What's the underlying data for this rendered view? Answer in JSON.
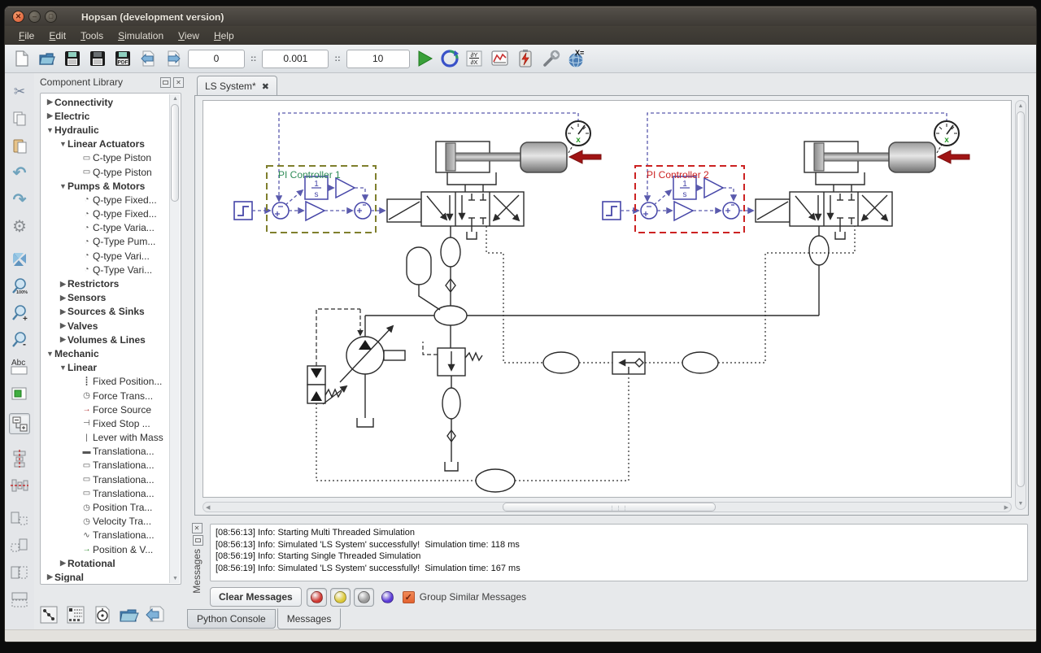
{
  "window": {
    "title": "Hopsan (development version)"
  },
  "titlebar_buttons": [
    {
      "name": "close",
      "glyph": "✕"
    },
    {
      "name": "minimize",
      "glyph": "–"
    },
    {
      "name": "maximize",
      "glyph": "▢"
    }
  ],
  "menu": {
    "items": [
      "File",
      "Edit",
      "Tools",
      "Simulation",
      "View",
      "Help"
    ]
  },
  "toolbar": {
    "sim_start": "0",
    "sim_step": "0.001",
    "sim_stop": "10",
    "separator": "::",
    "icons": [
      "new-model",
      "open-model",
      "save-model",
      "save-model-as",
      "export-pdf",
      "import-model",
      "export-model",
      "start-simulation",
      "animate-simulation",
      "derivative-tool",
      "plot-tool",
      "energy-losses",
      "properties-wrench",
      "optimize"
    ]
  },
  "icon_texts": {
    "pdf": "PDF",
    "derivative_top": "∂Y",
    "derivative_bottom": "∂X",
    "optimize": "X=",
    "zoom_100": "100%",
    "text_box": "Abc"
  },
  "left_toolbar": {
    "icons": [
      "cut",
      "copy",
      "paste",
      "undo",
      "redo",
      "options-gear",
      "center-view",
      "zoom-100",
      "zoom-in",
      "zoom-out",
      "insert-text-box",
      "insert-image-box",
      "expand-subsystem",
      "align-vertical-center",
      "align-horizontal-center",
      "distribute-left",
      "distribute-right",
      "distribute-horizontal",
      "distribute-vertical"
    ]
  },
  "library": {
    "title": "Component Library",
    "tree": [
      {
        "label": "Connectivity",
        "level": 0,
        "type": "collapsed"
      },
      {
        "label": "Electric",
        "level": 0,
        "type": "collapsed"
      },
      {
        "label": "Hydraulic",
        "level": 0,
        "type": "expanded"
      },
      {
        "label": "Linear Actuators",
        "level": 1,
        "type": "expanded"
      },
      {
        "label": "C-type Piston",
        "level": 2,
        "type": "item",
        "icon": "piston"
      },
      {
        "label": "Q-type Piston",
        "level": 2,
        "type": "item",
        "icon": "piston"
      },
      {
        "label": "Pumps & Motors",
        "level": 1,
        "type": "expanded"
      },
      {
        "label": "Q-type Fixed...",
        "level": 2,
        "type": "item",
        "icon": "pump"
      },
      {
        "label": "Q-type Fixed...",
        "level": 2,
        "type": "item",
        "icon": "pump"
      },
      {
        "label": "C-type Varia...",
        "level": 2,
        "type": "item",
        "icon": "pump"
      },
      {
        "label": "Q-Type Pum...",
        "level": 2,
        "type": "item",
        "icon": "pump"
      },
      {
        "label": "Q-type Vari...",
        "level": 2,
        "type": "item",
        "icon": "pump"
      },
      {
        "label": "Q-Type Vari...",
        "level": 2,
        "type": "item",
        "icon": "pump"
      },
      {
        "label": "Restrictors",
        "level": 1,
        "type": "collapsed"
      },
      {
        "label": "Sensors",
        "level": 1,
        "type": "collapsed"
      },
      {
        "label": "Sources & Sinks",
        "level": 1,
        "type": "collapsed"
      },
      {
        "label": "Valves",
        "level": 1,
        "type": "collapsed"
      },
      {
        "label": "Volumes & Lines",
        "level": 1,
        "type": "collapsed"
      },
      {
        "label": "Mechanic",
        "level": 0,
        "type": "expanded"
      },
      {
        "label": "Linear",
        "level": 1,
        "type": "expanded"
      },
      {
        "label": "Fixed Position...",
        "level": 2,
        "type": "item",
        "icon": "wall"
      },
      {
        "label": "Force Trans...",
        "level": 2,
        "type": "item",
        "icon": "gauge"
      },
      {
        "label": "Force Source",
        "level": 2,
        "type": "item",
        "icon": "arrow-red"
      },
      {
        "label": "Fixed Stop ...",
        "level": 2,
        "type": "item",
        "icon": "stop"
      },
      {
        "label": "Lever with Mass",
        "level": 2,
        "type": "item",
        "icon": "lever"
      },
      {
        "label": "Translationa...",
        "level": 2,
        "type": "item",
        "icon": "bar"
      },
      {
        "label": "Translationa...",
        "level": 2,
        "type": "item",
        "icon": "box"
      },
      {
        "label": "Translationa...",
        "level": 2,
        "type": "item",
        "icon": "box"
      },
      {
        "label": "Translationa...",
        "level": 2,
        "type": "item",
        "icon": "box"
      },
      {
        "label": "Position Tra...",
        "level": 2,
        "type": "item",
        "icon": "gauge"
      },
      {
        "label": "Velocity Tra...",
        "level": 2,
        "type": "item",
        "icon": "gauge"
      },
      {
        "label": "Translationa...",
        "level": 2,
        "type": "item",
        "icon": "spring"
      },
      {
        "label": "Position & V...",
        "level": 2,
        "type": "item",
        "icon": "arrow-green"
      },
      {
        "label": "Rotational",
        "level": 1,
        "type": "collapsed"
      },
      {
        "label": "Signal",
        "level": 0,
        "type": "collapsed"
      }
    ],
    "tree_icons": {
      "piston": "▭",
      "pump": "◔",
      "wall": "┋",
      "gauge": "◷",
      "arrow-red": "→",
      "stop": "⊣",
      "lever": "|",
      "bar": "▬",
      "box": "▭",
      "spring": "∿",
      "arrow-green": "→"
    },
    "bottom_icons": [
      "tree-view",
      "list-view",
      "component-help",
      "load-external-library",
      "unload-external-library"
    ]
  },
  "workspace": {
    "tab": "LS System*",
    "close_glyph": "✖"
  },
  "diagram": {
    "pi1_label": "PI Controller 1",
    "pi2_label": "PI Controller 2",
    "integrator_num": "1",
    "integrator_den": "s",
    "sensor_label": "x"
  },
  "messages": {
    "dock_title": "Messages",
    "lines": [
      "[08:56:13] Info: Starting Multi Threaded Simulation",
      "[08:56:13] Info: Simulated 'LS System' successfully!  Simulation time: 118 ms",
      "[08:56:19] Info: Starting Single Threaded Simulation",
      "[08:56:19] Info: Simulated 'LS System' successfully!  Simulation time: 167 ms"
    ],
    "clear_label": "Clear Messages",
    "filters": [
      {
        "name": "show-errors",
        "color": "#cf3a34"
      },
      {
        "name": "show-warnings",
        "color": "#ddc93a"
      },
      {
        "name": "show-info",
        "color": "#9b9b9b"
      },
      {
        "name": "show-debug",
        "color": "#5b3bd6"
      }
    ],
    "group_label": "Group Similar Messages",
    "group_checked": true,
    "check_glyph": "✓"
  },
  "bottom_tabs": [
    {
      "label": "Python Console",
      "active": false
    },
    {
      "label": "Messages",
      "active": true
    }
  ],
  "colors": {
    "signal_blue": "#5a5aad",
    "pi1_box": "#7f7f2d",
    "pi1_text": "#2e8b57",
    "pi2_red": "#cc2222",
    "force_arrow": "#a01414",
    "sensor_green": "#2a9a2a",
    "close_button": "#d9542f"
  }
}
